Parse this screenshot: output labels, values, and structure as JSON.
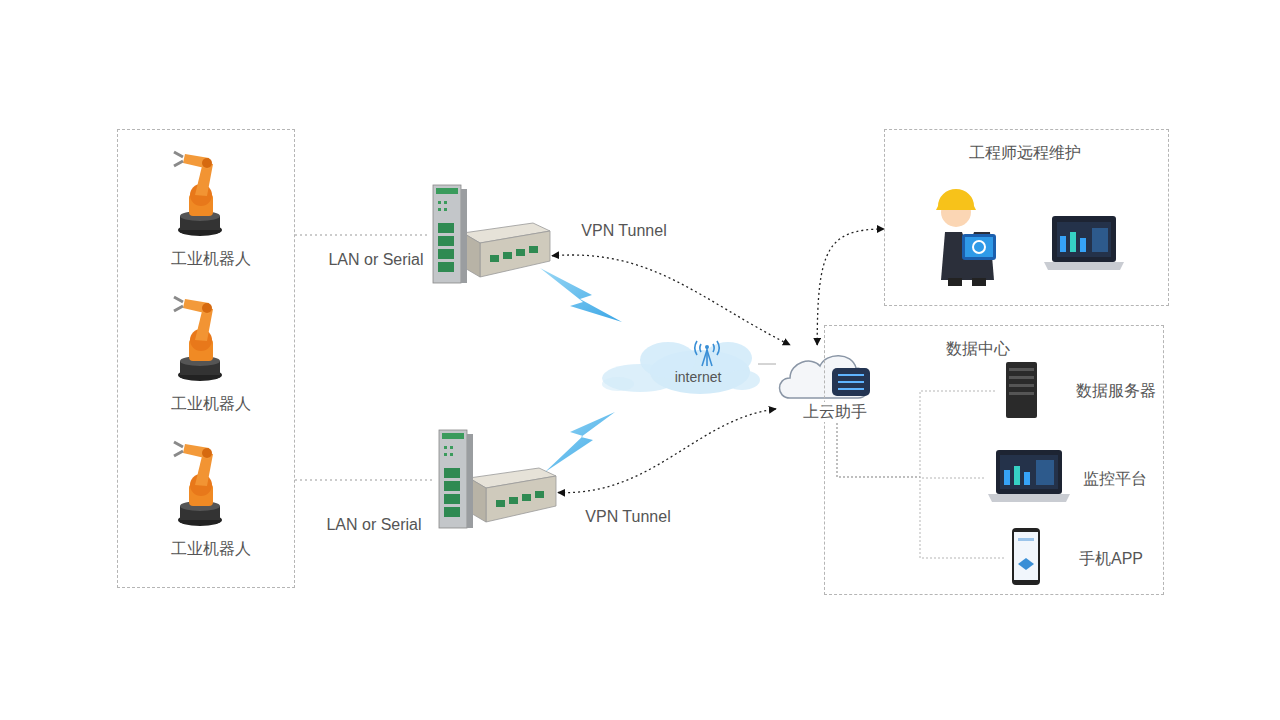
{
  "diagram": {
    "nodes": [
      {
        "text": []
      },
      {
        "text": [
          "工业机器人"
        ],
        "in": 0
      },
      {
        "text": [
          "工业机器人"
        ],
        "in": 0
      },
      {
        "text": [
          "工业机器人"
        ],
        "in": 0
      },
      {
        "text": []
      },
      {
        "text": []
      },
      {
        "text": [
          "internet"
        ]
      },
      {
        "text": [
          "上云助手"
        ]
      },
      {
        "text": [
          "工程师远程维护"
        ]
      },
      {
        "text": [
          "数据中心"
        ]
      },
      {
        "text": [
          "数据服务器"
        ],
        "in": 9
      },
      {
        "text": [
          "监控平台"
        ],
        "in": 9
      },
      {
        "text": [
          "手机APP"
        ],
        "in": 9
      }
    ],
    "edges": [
      {
        "from": 0,
        "to": 4,
        "label": "LAN or Serial",
        "arrow": "none"
      },
      {
        "from": 0,
        "to": 5,
        "label": "LAN or Serial",
        "arrow": "none"
      },
      {
        "from": 4,
        "to": 7,
        "label": "VPN Tunnel",
        "arrow": "both"
      },
      {
        "from": 5,
        "to": 7,
        "label": "VPN Tunnel",
        "arrow": "both"
      },
      {
        "from": 7,
        "to": 8,
        "arrow": "both"
      },
      {
        "from": 6,
        "to": 7,
        "arrow": "none"
      },
      {
        "from": 7,
        "to": 10,
        "arrow": "none"
      },
      {
        "from": 7,
        "to": 11,
        "arrow": "none"
      },
      {
        "from": 7,
        "to": 12,
        "arrow": "none"
      }
    ]
  }
}
